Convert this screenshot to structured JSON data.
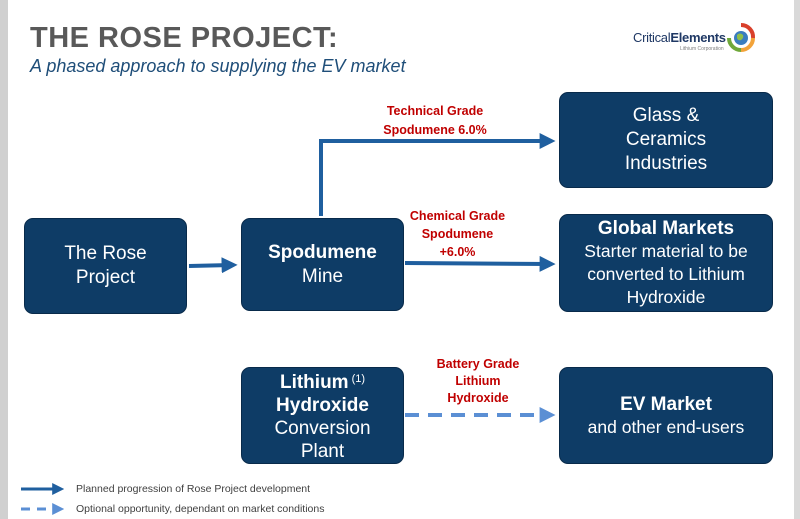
{
  "header": {
    "title": "THE ROSE PROJECT:",
    "subtitle": "A phased approach to supplying the EV market"
  },
  "logo": {
    "name_part1": "Critical",
    "name_part2": "Elements",
    "tagline": "Lithium Corporation"
  },
  "nodes": {
    "rose": {
      "line1": "The Rose",
      "line2": "Project"
    },
    "spodumene": {
      "title": "Spodumene",
      "subtitle": "Mine"
    },
    "glass": {
      "line1": "Glass &",
      "line2": "Ceramics",
      "line3": "Industries"
    },
    "global": {
      "title": "Global Markets",
      "line1": "Starter material to be",
      "line2": "converted to Lithium",
      "line3": "Hydroxide"
    },
    "lithium": {
      "title": "Lithium",
      "note": "(1)",
      "title2": "Hydroxide",
      "line1": "Conversion",
      "line2": "Plant"
    },
    "ev": {
      "title": "EV Market",
      "subtitle": "and other end-users"
    }
  },
  "labels": {
    "technical": {
      "line1": "Technical Grade",
      "line2": "Spodumene 6.0%"
    },
    "chemical": {
      "line1": "Chemical Grade",
      "line2": "Spodumene",
      "line3": "+6.0%"
    },
    "battery": {
      "line1": "Battery Grade",
      "line2": "Lithium",
      "line3": "Hydroxide"
    }
  },
  "legend": {
    "solid": "Planned progression of Rose Project development",
    "dashed": "Optional opportunity, dependant on market conditions"
  },
  "colors": {
    "box_fill": "#0e3c66",
    "arrow": "#1f5f9f",
    "dashed_arrow": "#5b8fd4",
    "label_red": "#c00000",
    "title_gray": "#595959"
  }
}
